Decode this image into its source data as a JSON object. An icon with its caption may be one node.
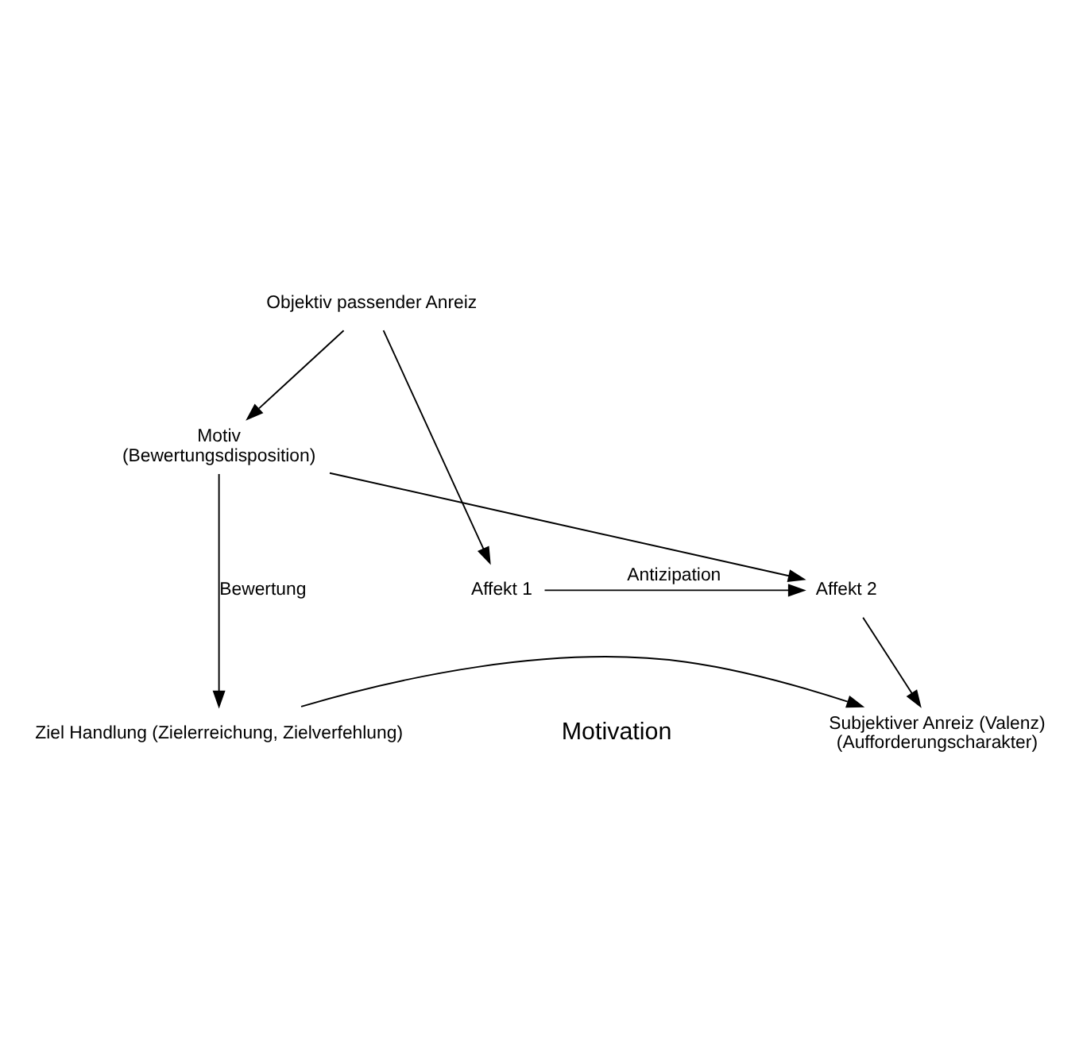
{
  "diagram": {
    "nodes": [
      {
        "text": [
          "Motiv",
          "(Bewertungsdisposition)"
        ]
      },
      {
        "text": [
          "Objektiv passender Anreiz"
        ]
      },
      {
        "text": [
          "Affekt 1"
        ]
      },
      {
        "text": [
          "Affekt 2"
        ]
      },
      {
        "text": [
          "Ziel Handlung (Zielerreichung, Zielverfehlung)"
        ]
      },
      {
        "text": [
          "Subjektiver Anreiz (Valenz)",
          "(Aufforderungscharakter)"
        ]
      }
    ],
    "edges": [
      {
        "from": 1,
        "to": 0,
        "arrow": "to"
      },
      {
        "from": 1,
        "to": 2,
        "arrow": "to"
      },
      {
        "from": 0,
        "to": 3,
        "arrow": "to"
      },
      {
        "from": 0,
        "to": 4,
        "arrow": "to",
        "label": "Bewertung"
      },
      {
        "from": 2,
        "to": 3,
        "arrow": "to",
        "label": "Antizipation"
      },
      {
        "from": 3,
        "to": 5,
        "arrow": "to"
      },
      {
        "from": 4,
        "to": 5,
        "arrow": "to"
      }
    ],
    "labels": [
      "Motivation"
    ]
  }
}
